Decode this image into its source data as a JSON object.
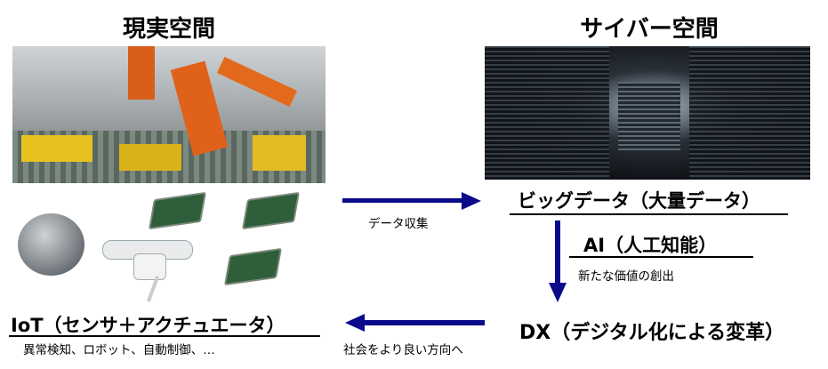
{
  "real_space": {
    "title": "現実空間",
    "photo": "factory-robot-arms-photo"
  },
  "cyber_space": {
    "title": "サイバー空間",
    "photo": "data-center-server-racks-photo"
  },
  "devices": {
    "photo": "iot-devices-robot-drone-boards"
  },
  "big_data": {
    "label": "ビッグデータ（大量データ）"
  },
  "ai": {
    "label": "AI（人工知能）",
    "caption": "新たな価値の創出"
  },
  "dx": {
    "label": "DX（デジタル化による変革）"
  },
  "iot": {
    "label": "IoT（センサ＋アクチュエータ）",
    "caption": "異常検知、ロボット、自動制御、…"
  },
  "arrows": {
    "collect": "データ収集",
    "improve": "社会をより良い方向へ"
  },
  "colors": {
    "arrow": "#0a0a8a"
  }
}
